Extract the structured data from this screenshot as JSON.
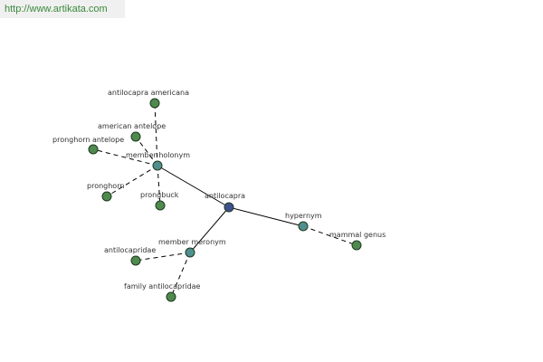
{
  "header": {
    "url_text": "http://www.artikata.com"
  },
  "colors": {
    "center_node": "#3f4f8f",
    "relation_node": "#4f8f8f",
    "leaf_node": "#4f8a4f",
    "banner_text": "#3b8a3b"
  },
  "graph": {
    "nodes": [
      {
        "id": "antilocapra",
        "label": "antilocapra",
        "kind": "center"
      },
      {
        "id": "member-holonym",
        "label": "member holonym",
        "kind": "relation"
      },
      {
        "id": "member-meronym",
        "label": "member meronym",
        "kind": "relation"
      },
      {
        "id": "hypernym",
        "label": "hypernym",
        "kind": "relation"
      },
      {
        "id": "antilocapra-americana",
        "label": "antilocapra americana",
        "kind": "leaf"
      },
      {
        "id": "american-antelope",
        "label": "american antelope",
        "kind": "leaf"
      },
      {
        "id": "pronghorn-antelope",
        "label": "pronghorn antelope",
        "kind": "leaf"
      },
      {
        "id": "pronghorn",
        "label": "pronghorn",
        "kind": "leaf"
      },
      {
        "id": "prongbuck",
        "label": "prongbuck",
        "kind": "leaf"
      },
      {
        "id": "antilocapridae",
        "label": "antilocapridae",
        "kind": "leaf"
      },
      {
        "id": "family-antilocapridae",
        "label": "family antilocapridae",
        "kind": "leaf"
      },
      {
        "id": "mammal-genus",
        "label": "mammal genus",
        "kind": "leaf"
      }
    ],
    "edges": [
      {
        "from": "antilocapra",
        "to": "member-holonym",
        "style": "solid"
      },
      {
        "from": "antilocapra",
        "to": "member-meronym",
        "style": "solid"
      },
      {
        "from": "antilocapra",
        "to": "hypernym",
        "style": "solid"
      },
      {
        "from": "member-holonym",
        "to": "antilocapra-americana",
        "style": "dashed"
      },
      {
        "from": "member-holonym",
        "to": "american-antelope",
        "style": "dashed"
      },
      {
        "from": "member-holonym",
        "to": "pronghorn-antelope",
        "style": "dashed"
      },
      {
        "from": "member-holonym",
        "to": "pronghorn",
        "style": "dashed"
      },
      {
        "from": "member-holonym",
        "to": "prongbuck",
        "style": "dashed"
      },
      {
        "from": "member-meronym",
        "to": "antilocapridae",
        "style": "dashed"
      },
      {
        "from": "member-meronym",
        "to": "family-antilocapridae",
        "style": "dashed"
      },
      {
        "from": "hypernym",
        "to": "mammal-genus",
        "style": "dashed"
      }
    ]
  }
}
